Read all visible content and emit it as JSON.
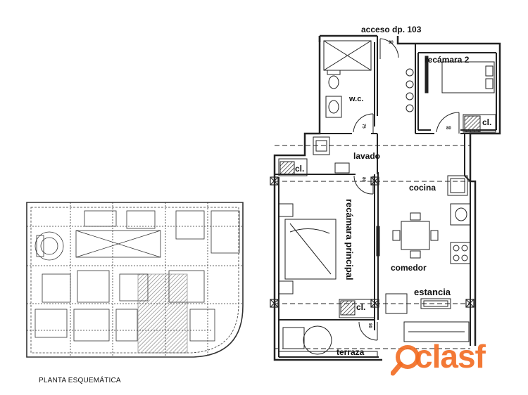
{
  "plan": {
    "labels": {
      "acceso": "acceso dp. 103",
      "recamara2": "recámara 2",
      "wc": "w.c.",
      "lavado": "lavado",
      "cocina": "cocina",
      "recamara_principal": "recámara principal",
      "comedor": "comedor",
      "estancia": "estancia",
      "terraza": "terraza",
      "closet_1": "cl.",
      "closet_2": "cl.",
      "closet_3": "cl."
    },
    "door_widths": {
      "d1": "90",
      "d2": "80",
      "d3": "75",
      "d4": "80",
      "d5": "80"
    }
  },
  "key_plan": {
    "caption": "PLANTA ESQUEMÁTICA"
  },
  "watermark": {
    "brand": "clasf",
    "color": "#f26b21"
  }
}
